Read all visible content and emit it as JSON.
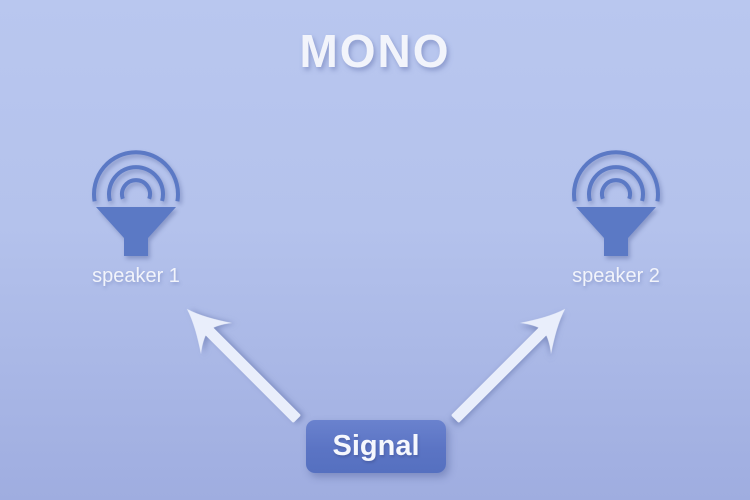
{
  "title": "MONO",
  "speakers": [
    {
      "label": "speaker 1"
    },
    {
      "label": "speaker 2"
    }
  ],
  "signal": {
    "label": "Signal"
  },
  "colors": {
    "background_top": "#b9c7ef",
    "background_bottom": "#9fade0",
    "speaker_icon": "#5b79c5",
    "signal_box": "#5b74c4",
    "arrow": "#e9eefb",
    "text": "#f2f4fb"
  },
  "icons": {
    "speaker": "speaker-horn-with-sound-waves-icon",
    "arrow_left": "arrow-up-left-icon",
    "arrow_right": "arrow-up-right-icon"
  }
}
